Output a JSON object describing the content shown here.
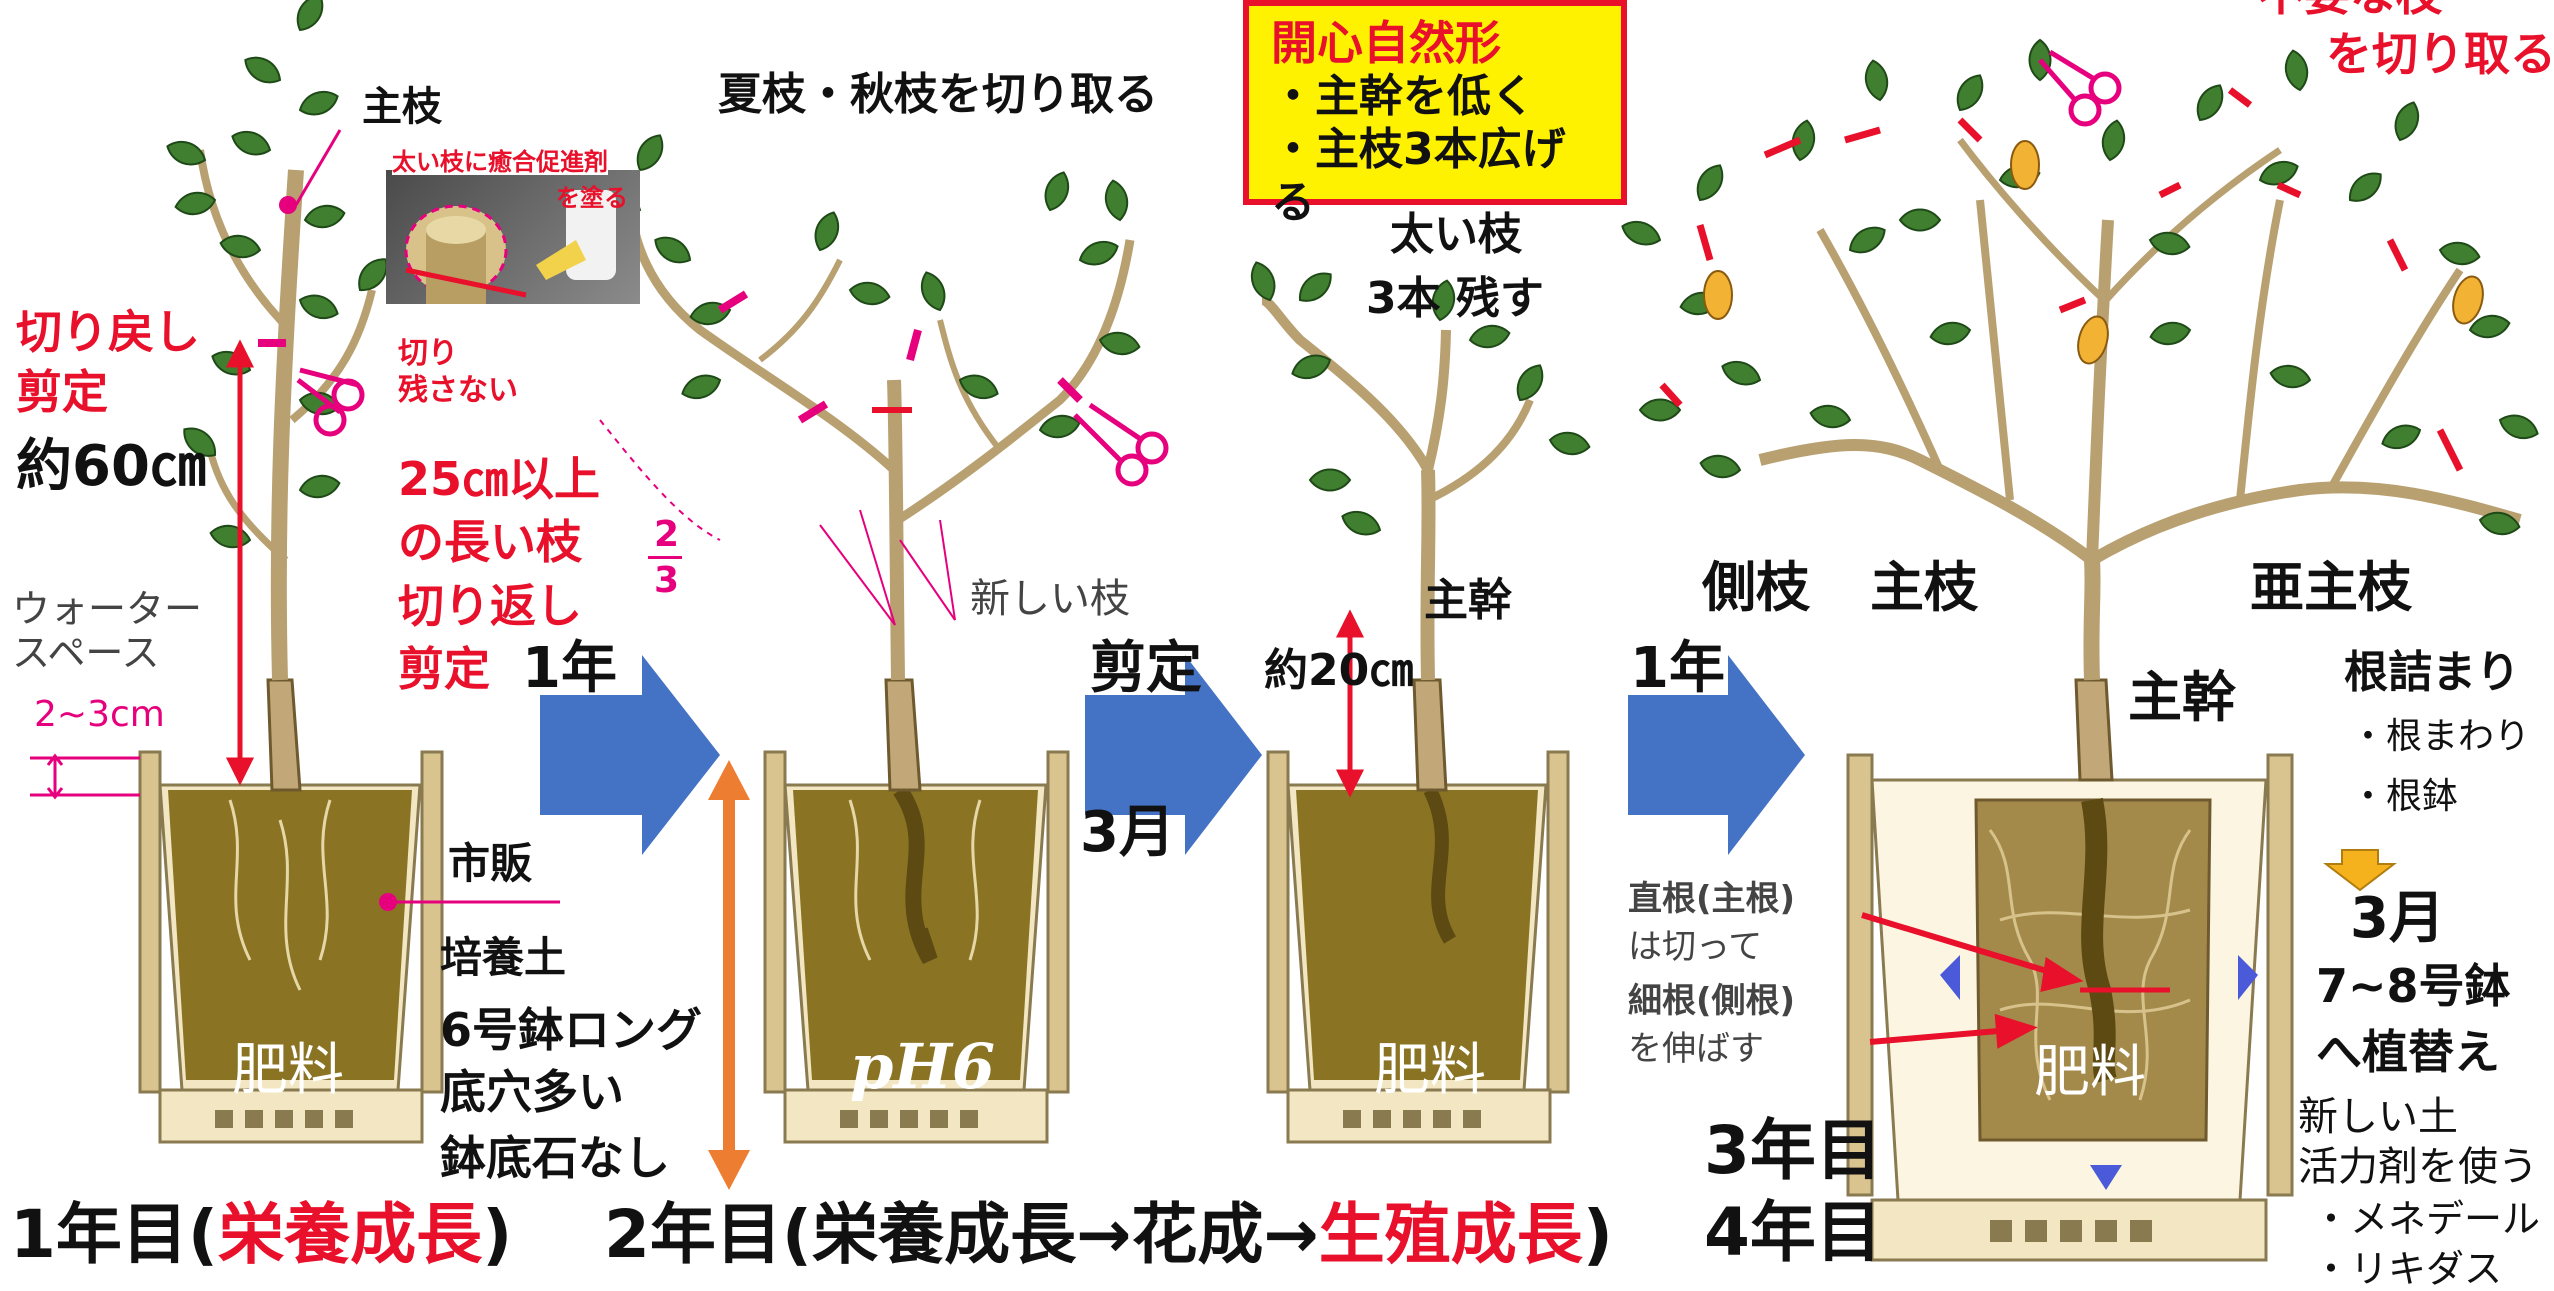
{
  "colors": {
    "accent_red": "#e8102a",
    "arrow_blue": "#4472c4",
    "arrow_orange": "#ed7d31",
    "pot_wood": "#d9c48f",
    "soil": "#8a7424",
    "trunk": "#c2a878",
    "leaf": "#3f7f2f",
    "fruit": "#f2b233",
    "callout_bg": "#fff200"
  },
  "stage1": {
    "main_branch": "主枝",
    "paste_note_1": "太い枝に癒合促進剤",
    "paste_note_2": "を塗る",
    "cut_note_1": "切り",
    "cut_note_2": "残さない",
    "cutback_1": "切り戻し",
    "cutback_2": "剪定",
    "height": "約60㎝",
    "water_space_1": "ウォーター",
    "water_space_2": "スペース",
    "gap": "2~3cm",
    "long_branch_1": "25㎝以上",
    "long_branch_2": "の長い枝",
    "long_branch_3": "切り返し",
    "long_branch_4": "剪定",
    "one_year": "1年",
    "soil_1": "市販",
    "soil_2": "培養土",
    "pot_1": "6号鉢ロング",
    "pot_2": "底穴多い",
    "pot_3": "鉢底石なし",
    "fertilizer": "肥料"
  },
  "stage2": {
    "header": "夏枝・秋枝を切り取る",
    "fraction_num": "2",
    "fraction_den": "3",
    "new_branch": "新しい枝",
    "ph": "pH6",
    "prune": "剪定",
    "march": "3月"
  },
  "callout": {
    "title": "開心自然形",
    "line1": "・主幹を低く",
    "line2": "・主枝3本広げる"
  },
  "stage3": {
    "thick_1": "太い枝",
    "thick_2": "3本 残す",
    "trunk": "主幹",
    "height": "約20㎝",
    "fertilizer": "肥料",
    "one_year": "1年"
  },
  "stage4": {
    "unneeded_1": "不要な枝",
    "unneeded_2": "を切り取る",
    "side_branch": "側枝",
    "main_branch": "主枝",
    "sub_main_branch": "亜主枝",
    "trunk": "主幹",
    "rootbound": "根詰まり",
    "root_circle": "・根まわり",
    "root_pot": "・根鉢",
    "march": "3月",
    "repot_1": "7~8号鉢",
    "repot_2": "へ植替え",
    "new_soil": "新しい土",
    "activator": "活力剤を使う",
    "menedael": "・メネデール",
    "riquidus": "・リキダス",
    "taproot_1": "直根(主根)",
    "taproot_2": "は切って",
    "fineroot_1": "細根(側根)",
    "fineroot_2": "を伸ばす",
    "fertilizer": "肥料",
    "year3": "3年目",
    "year4": "4年目"
  },
  "bottom": {
    "y1_pre": "1年目(",
    "y1_red": "栄養成長",
    "y1_post": ")",
    "y2_pre": "2年目(栄養成長→花成→",
    "y2_red": "生殖成長",
    "y2_post": ")"
  }
}
